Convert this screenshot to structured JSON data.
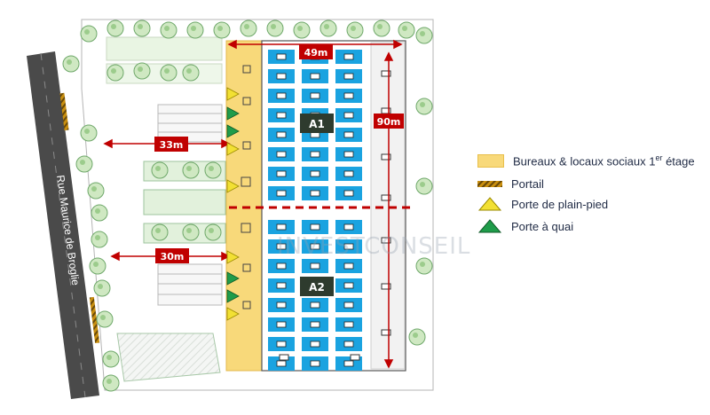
{
  "street": "Rue Maurice de Broglie",
  "dimensions": {
    "width": "49m",
    "depth": "90m",
    "setback_top": "33m",
    "setback_bottom": "30m"
  },
  "buildings": [
    {
      "label": "A1"
    },
    {
      "label": "A2"
    }
  ],
  "legend": {
    "offices": {
      "text": "Bureaux & locaux sociaux 1",
      "sup": "er",
      "suffix": " étage"
    },
    "gate": "Portail",
    "ground_door": "Porte de plain-pied",
    "dock_door": "Porte à quai"
  },
  "watermark": {
    "main": "INVESTCONSEIL"
  },
  "colors": {
    "warehouse": "#1aa3e0",
    "offices": "#f8d97a",
    "ground_door": "#f2e033",
    "dock_door": "#1f9c4a",
    "dimension": "#c00000",
    "building_label": "#2e3b2e",
    "road": "#4a4a4a"
  }
}
